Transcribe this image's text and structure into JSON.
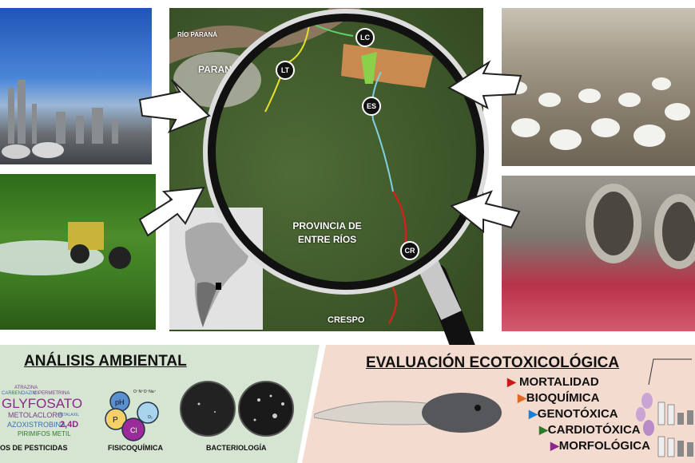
{
  "map": {
    "river_label": "RÍO PARANÁ",
    "city_parana": "PARANÁ",
    "city_crespo": "CRESPO",
    "province_label": "PROVINCIA DE ENTRE RÍOS",
    "sites": [
      "LC",
      "LT",
      "ES",
      "CR"
    ]
  },
  "environmental": {
    "title": "ANÁLISIS AMBIENTAL",
    "pesticides_caption": "OS DE PESTICIDAS",
    "pesticides": [
      "ATRAZINA",
      "CARBENDAZIM",
      "CIPERMETRINA",
      "GLYFOSATO",
      "METOLACLORO",
      "METALAXIL",
      "AZOXISTROBINA",
      "2,4D",
      "PIRIMIFOS METIL"
    ],
    "physchem_caption": "FISICOQUÍMICA",
    "physchem_labels": [
      "pH",
      "P",
      "Cl",
      "O₂",
      "O⁻N⁺O⁻Na⁺"
    ],
    "bacteriology_caption": "BACTERIOLOGÍA"
  },
  "ecotox": {
    "title": "EVALUACIÓN ECOTOXICOLÓGICA",
    "endpoints": [
      {
        "label": "MORTALIDAD",
        "color": "#d01818"
      },
      {
        "label": "BIOQUÍMICA",
        "color": "#e06a20"
      },
      {
        "label": "GENOTÓXICA",
        "color": "#1a7fd6"
      },
      {
        "label": "CARDIOTÓXICA",
        "color": "#2e7a2e"
      },
      {
        "label": "MORFOLÓGICA",
        "color": "#8a2a8a"
      }
    ]
  }
}
